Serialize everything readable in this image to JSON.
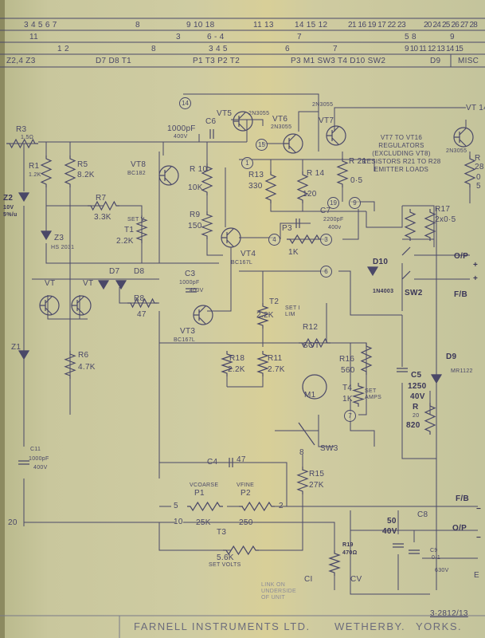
{
  "title_block": {
    "company": "FARNELL INSTRUMENTS LTD.",
    "town": "WETHERBY.",
    "county": "YORKS.",
    "drawing_no": "3·2812/13"
  },
  "header": {
    "row1": [
      "3  4  5  6  7",
      "8",
      "9  10 18",
      "11 13",
      "14 15 12",
      "21  16 19 17 22 23",
      "20 24 25 26 27 28"
    ],
    "row2": [
      "11",
      "3",
      "6 - 4",
      "7",
      "5  8",
      "9"
    ],
    "row3": [
      "1   2",
      "8",
      "3   4   5",
      "6",
      "7",
      "9 10 11 12 13 14 15"
    ],
    "row4": [
      "Z2,4  Z3",
      "D7  D8  T1",
      "P1  T3  P2  T2",
      "P3  M1 SW3  T4 D10 SW2",
      "D9",
      "MISC"
    ]
  },
  "nodes": [
    "14",
    "15",
    "1",
    "19",
    "9",
    "4",
    "3",
    "6",
    "7",
    "8",
    "5",
    "10",
    "2",
    "20"
  ],
  "components": {
    "R3": {
      "ref": "R3",
      "val": "1.5Ω"
    },
    "R1": {
      "ref": "R1",
      "val": "1.2K"
    },
    "R5": {
      "ref": "R5",
      "val": "8.2K"
    },
    "R7": {
      "ref": "R7",
      "val": "3.3K"
    },
    "T1": {
      "ref": "T1",
      "val": "2.2K",
      "note": "SET V"
    },
    "Z2": {
      "ref": "Z2",
      "val": "10V",
      "tol": "5%/u"
    },
    "Z3": {
      "ref": "Z3",
      "val": "HS 2031"
    },
    "VT8": {
      "ref": "VT8",
      "val": "BC182"
    },
    "R10": {
      "ref": "R 10",
      "val": "10K"
    },
    "C6": {
      "ref": "C6",
      "val": "1000pF",
      "volt": "400V"
    },
    "VT5": {
      "ref": "VT5",
      "val": "2N3055"
    },
    "VT6": {
      "ref": "VT6",
      "val": "2N3055"
    },
    "VT7": {
      "ref": "VT7",
      "val": "2N3055"
    },
    "R13": {
      "ref": "R13",
      "val": "330"
    },
    "R14": {
      "ref": "R 14",
      "val": "120"
    },
    "R21": {
      "ref": "R 21",
      "val": "0·5"
    },
    "VT14": {
      "ref": "VT 14",
      "val": "2N3055"
    },
    "R28": {
      "ref": "R 28",
      "val": "0 5"
    },
    "R9": {
      "ref": "R9",
      "val": "150"
    },
    "P3": {
      "ref": "P3",
      "val": "1K"
    },
    "C7": {
      "ref": "C7",
      "val": "2200pF",
      "volt": "400v"
    },
    "R17": {
      "ref": "R17",
      "val": "2x0·5"
    },
    "VT4": {
      "ref": "VT4",
      "val": "BC167L"
    },
    "C3": {
      "ref": "C3",
      "val": "1000pF",
      "volt": "400V"
    },
    "D10": {
      "ref": "D10",
      "val": "1N4003"
    },
    "SW2": {
      "ref": "SW2"
    },
    "D7": {
      "ref": "D7"
    },
    "D8": {
      "ref": "D8"
    },
    "VTa": {
      "ref": "VT"
    },
    "VTb": {
      "ref": "VT"
    },
    "R8": {
      "ref": "R8",
      "val": "47"
    },
    "VT3": {
      "ref": "VT3",
      "val": "BC167L"
    },
    "T2": {
      "ref": "T2",
      "val": "2.2K",
      "note": "SET I LIM"
    },
    "R12": {
      "ref": "R12",
      "val": "SOT"
    },
    "R18": {
      "ref": "R18",
      "val": "2.2K"
    },
    "R11": {
      "ref": "R11",
      "val": "2.7K"
    },
    "R16": {
      "ref": "R16",
      "val": "560"
    },
    "M1": {
      "ref": "M1"
    },
    "T4": {
      "ref": "T4",
      "val": "1K",
      "note": "SET AMPS"
    },
    "SW3": {
      "ref": "SW3"
    },
    "C5": {
      "ref": "C5",
      "val": "1250",
      "volt": "40V"
    },
    "R20": {
      "ref": "R",
      "num": "20",
      "val": "820"
    },
    "D9": {
      "ref": "D9",
      "val": "MR1122"
    },
    "Z1": {
      "ref": "Z1"
    },
    "R6": {
      "ref": "R6",
      "val": "4.7K"
    },
    "C11": {
      "ref": "C11",
      "val": "1000pF",
      "volt": "400V"
    },
    "C4": {
      "ref": "C4",
      "val": "47"
    },
    "P1": {
      "ref": "P1",
      "val": "25K",
      "note": "VCOARSE"
    },
    "P2": {
      "ref": "P2",
      "val": "250",
      "note": "VFINE"
    },
    "R15": {
      "ref": "R15",
      "val": "27K"
    },
    "T3": {
      "ref": "T3",
      "val": "5.6K",
      "note": "SET VOLTS"
    },
    "R19": {
      "ref": "R19",
      "val": "470Ω"
    },
    "C8": {
      "ref": "C8",
      "val": "50",
      "volt": "40V"
    },
    "C9": {
      "ref": "C9",
      "val": "0·1",
      "volt": "630V"
    }
  },
  "terminals": {
    "op1": "O/P",
    "fb1": "F/B",
    "plus": "+",
    "minus": "−",
    "fb2": "F/B",
    "op2": "O/P",
    "e": "E",
    "ci": "CI",
    "cv": "CV"
  },
  "notes": {
    "regulators": "VT7 TO VT16 REGULATORS (EXCLUDING VT8) RESISTORS R21 TO R28 EMITTER LOADS",
    "link": "LINK ON UNDERSIDE OF UNIT"
  }
}
